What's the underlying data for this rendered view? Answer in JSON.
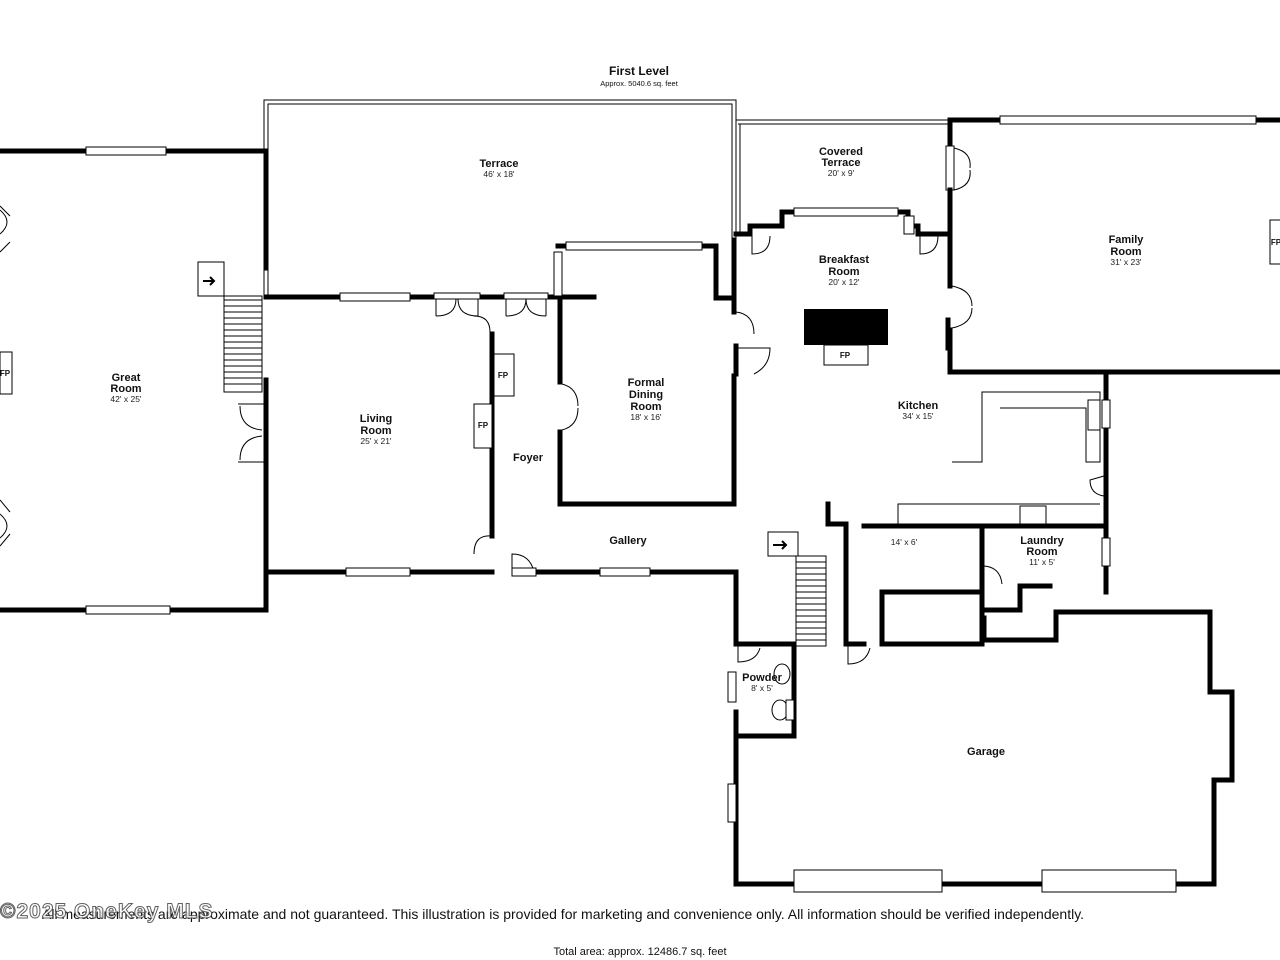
{
  "header": {
    "title": "First Level",
    "area": "Approx. 5040.6 sq. feet"
  },
  "rooms": {
    "great_room": {
      "name_line1": "Great",
      "name_line2": "Room",
      "dim": "42' x 25'"
    },
    "terrace": {
      "name": "Terrace",
      "dim": "46' x 18'"
    },
    "covered_terrace": {
      "name_line1": "Covered",
      "name_line2": "Terrace",
      "dim": "20' x 9'"
    },
    "family_room": {
      "name_line1": "Family",
      "name_line2": "Room",
      "dim": "31' x 23'"
    },
    "breakfast_room": {
      "name_line1": "Breakfast",
      "name_line2": "Room",
      "dim": "20' x 12'"
    },
    "living_room": {
      "name_line1": "Living",
      "name_line2": "Room",
      "dim": "25' x 21'"
    },
    "formal_dining": {
      "name_line1": "Formal",
      "name_line2": "Dining",
      "name_line3": "Room",
      "dim": "18' x 16'"
    },
    "kitchen": {
      "name": "Kitchen",
      "dim": "34' x 15'"
    },
    "foyer": {
      "name": "Foyer"
    },
    "gallery": {
      "name": "Gallery"
    },
    "mudroom": {
      "dim": "14' x 6'"
    },
    "laundry": {
      "name_line1": "Laundry",
      "name_line2": "Room",
      "dim": "11' x 5'"
    },
    "powder": {
      "name": "Powder",
      "dim": "8' x 5'"
    },
    "garage": {
      "name": "Garage"
    }
  },
  "fireplace_label": "FP",
  "footer": {
    "disclaimer": "All measurements are approximate and not guaranteed. This illustration is provided for marketing and convenience only. All information should be verified independently.",
    "watermark": "©2025 OneKey MLS",
    "total_area": "Total area: approx. 12486.7 sq. feet"
  }
}
